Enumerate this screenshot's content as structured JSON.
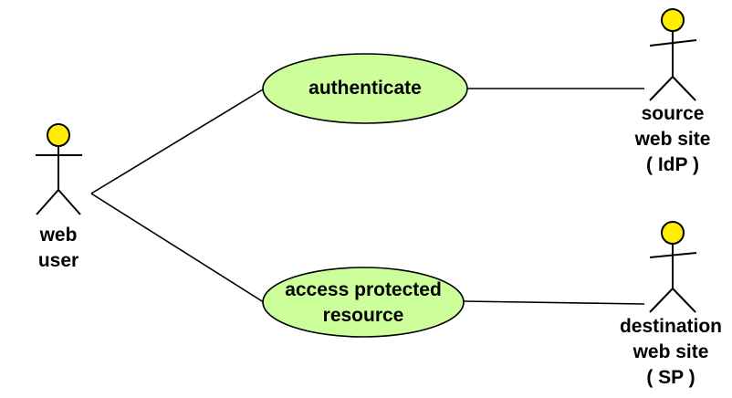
{
  "colors": {
    "actor_head": "#ffee00",
    "usecase_fill": "#ccff99",
    "stroke": "#000000"
  },
  "actors": {
    "web_user": {
      "line1": "web",
      "line2": "user"
    },
    "source_site": {
      "line1": "source",
      "line2": "web site",
      "line3": "( IdP )"
    },
    "destination_site": {
      "line1": "destination",
      "line2": "web site",
      "line3": "( SP )"
    }
  },
  "use_cases": {
    "authenticate": {
      "label": "authenticate"
    },
    "access_resource": {
      "line1": "access protected",
      "line2": "resource"
    }
  }
}
